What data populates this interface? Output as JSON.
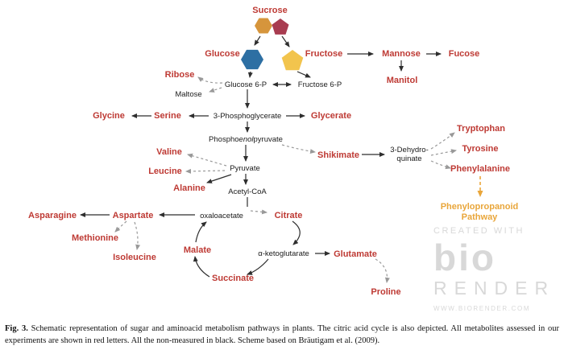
{
  "colors": {
    "measured_red": "#BE3A34",
    "non_measured_black": "#1B1B1B",
    "pathway_yellow": "#E9A63A",
    "arrow_black": "#2E2E2E",
    "dashed_gray": "#999999",
    "sucrose_hexagon_orange": "#D6953C",
    "sucrose_pentagon_maroon": "#A83C50",
    "glucose_hexagon_blue": "#2D6FA3",
    "fructose_pentagon_yellow": "#F2C44D",
    "watermark_gray": "#D8D8D8",
    "background": "#FFFFFF"
  },
  "nodes": {
    "sucrose": "Sucrose",
    "glucose": "Glucose",
    "fructose": "Fructose",
    "mannose": "Mannose",
    "fucose": "Fucose",
    "manitol": "Manitol",
    "ribose": "Ribose",
    "glucose_6p": "Glucose 6-P",
    "maltose": "Maltose",
    "fructose_6p": "Fructose 6-P",
    "glycine": "Glycine",
    "serine": "Serine",
    "phosphoglycerate": "3-Phosphoglycerate",
    "glycerate": "Glycerate",
    "pep_pre": "Phospho",
    "pep_italic": "enol",
    "pep_post": "pyruvate",
    "valine": "Valine",
    "leucine": "Leucine",
    "pyruvate": "Pyruvate",
    "shikimate": "Shikimate",
    "dehydroquinate_line1": "3-Dehydro-",
    "dehydroquinate_line2": "quinate",
    "tryptophan": "Tryptophan",
    "tyrosine": "Tyrosine",
    "phenylalanine": "Phenylalanine",
    "alanine": "Alanine",
    "acetyl_coa": "Acetyl-CoA",
    "phenylpropanoid_line1": "Phenylopropanoid",
    "phenylpropanoid_line2": "Pathway",
    "asparagine": "Asparagine",
    "aspartate": "Aspartate",
    "oxaloacetate": "oxaloacetate",
    "citrate": "Citrate",
    "methionine": "Methionine",
    "isoleucine": "Isoleucine",
    "malate": "Malate",
    "alpha_ketoglutarate": "α-ketoglutarate",
    "glutamate": "Glutamate",
    "succinate": "Succinate",
    "proline": "Proline"
  },
  "watermark": {
    "created_with": "CREATED WITH",
    "logo": "bio",
    "render": "RENDER",
    "url": "WWW.BIORENDER.COM"
  },
  "caption": {
    "label": "Fig. 3.",
    "text": "Schematic representation of sugar and aminoacid metabolism pathways in plants. The citric acid cycle is also depicted. All metabolites assessed in our experiments are shown in red letters. All the non-measured in black. Scheme based on Bräutigam et al. (2009)."
  }
}
